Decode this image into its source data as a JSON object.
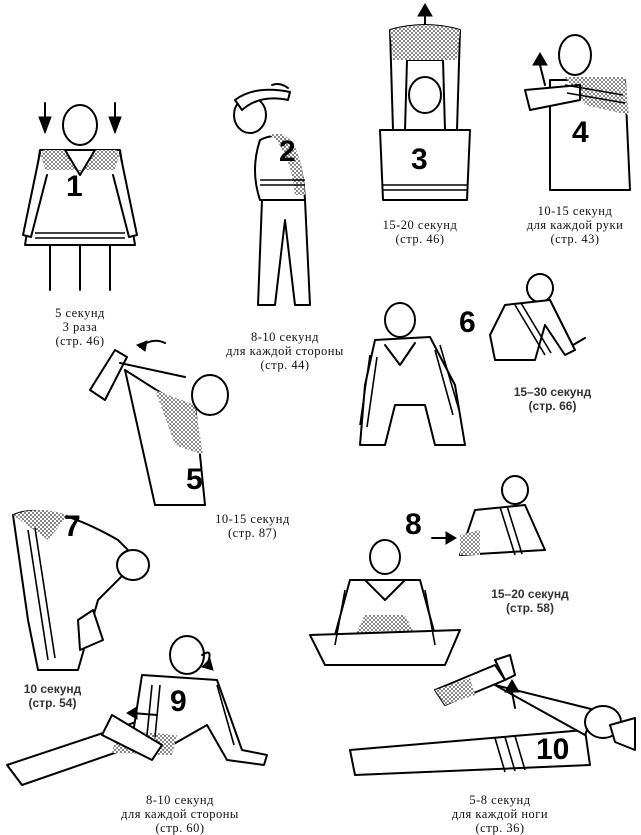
{
  "exercises": [
    {
      "number": "1",
      "caption": [
        "5 секунд",
        "3 раза",
        "(стр. 46)"
      ]
    },
    {
      "number": "2",
      "caption": [
        "8-10 секунд",
        "для каждой стороны",
        "(стр. 44)"
      ]
    },
    {
      "number": "3",
      "caption": [
        "15-20 секунд",
        "(стр. 46)"
      ]
    },
    {
      "number": "4",
      "caption": [
        "10-15 секунд",
        "для каждой руки",
        "(стр. 43)"
      ]
    },
    {
      "number": "5",
      "caption": [
        "10-15 секунд",
        "(стр. 87)"
      ]
    },
    {
      "number": "6",
      "caption": [
        "15–30 секунд",
        "(стр. 66)"
      ]
    },
    {
      "number": "7",
      "caption": [
        "10 секунд",
        "(стр. 54)"
      ]
    },
    {
      "number": "8",
      "caption": [
        "15–20 секунд",
        "(стр. 58)"
      ]
    },
    {
      "number": "9",
      "caption": [
        "8-10 секунд",
        "для каждой стороны",
        "(стр. 60)"
      ]
    },
    {
      "number": "10",
      "caption": [
        "5-8 секунд",
        "для каждой ноги",
        "(стр. 36)"
      ]
    }
  ]
}
